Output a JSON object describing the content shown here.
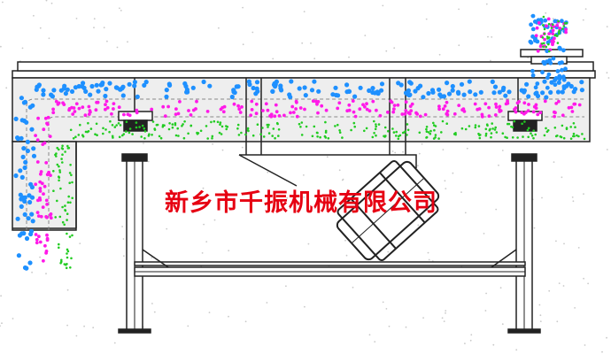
{
  "watermark": {
    "text": "新乡市千振机械有限公司",
    "color": "#e60012"
  },
  "colors": {
    "line": "#222222",
    "panel": "#ececec",
    "layer_coarse": "#1e90ff",
    "layer_medium": "#ff1ae8",
    "layer_fine": "#22cc22",
    "faint_dots": "#c9c9c9"
  },
  "components": [
    "feed-inlet",
    "screen-box",
    "coarse-material-layer",
    "medium-material-layer",
    "fine-material-layer",
    "coarse-discharge-chute",
    "support-springs",
    "support-frame",
    "vibration-motor"
  ]
}
